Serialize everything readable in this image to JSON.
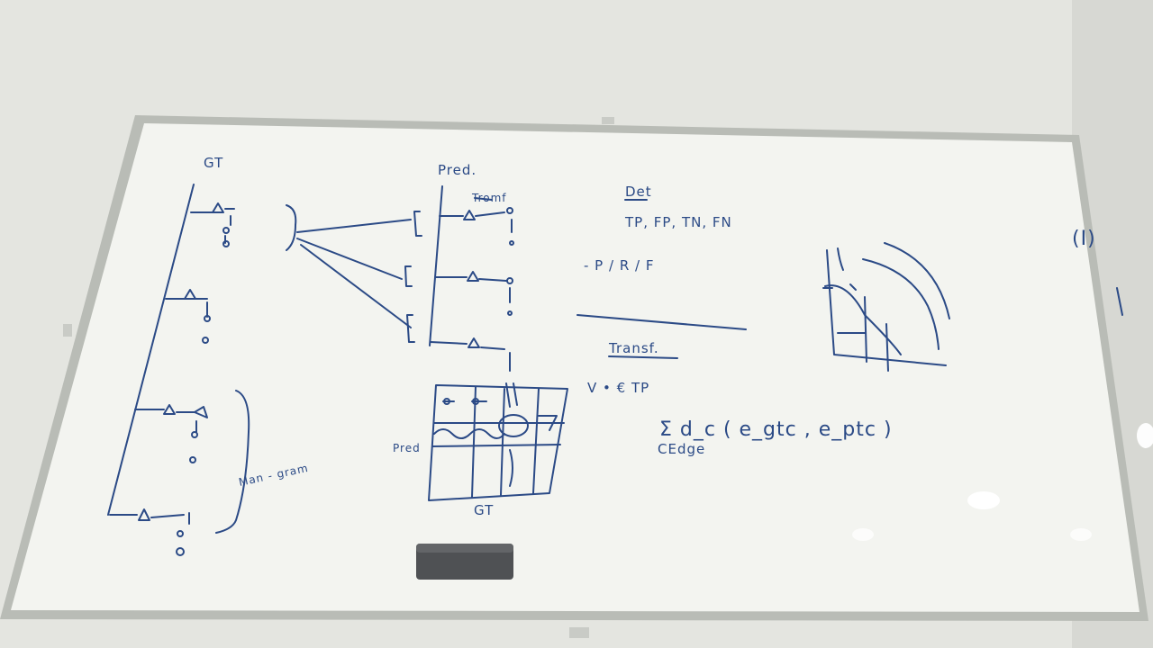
{
  "board": {
    "frame_color": "#b9bcb6",
    "surface_color": "#f3f4f0",
    "ink_color": "#2b4a86",
    "eraser_color": "#4f5154"
  },
  "labels": {
    "gt_top": "GT",
    "pred": "Pred.",
    "metrics_header": "Det",
    "metrics_list": "TP, FP, TN, FN",
    "prf": "- P / R / F",
    "transf": "Transf.",
    "v_rel": "V • € TP",
    "sum_expr": "Σ d_c ( e_gtc , e_ptc )",
    "cedge": "CEdge",
    "pred_side": "Pred",
    "gt_bottom": "GT",
    "man_gram": "Man - gram",
    "roman_one": "(I)"
  }
}
